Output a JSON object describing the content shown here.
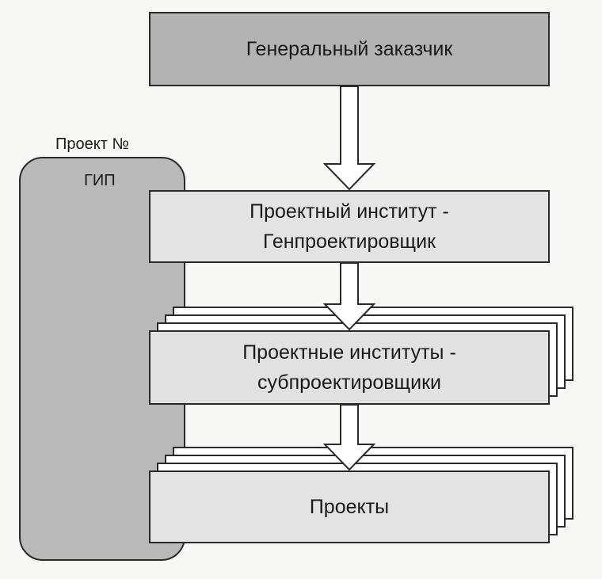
{
  "panel": {
    "project_label": "Проект  №",
    "gip_label": "ГИП"
  },
  "boxes": {
    "customer": "Генеральный заказчик",
    "general_designer": "Проектный институт -\nГенпроектировщик",
    "subcontractors": "Проектные институты -\nсубпроектировщики",
    "projects": "Проекты"
  },
  "colors": {
    "stroke": "#2a2a2a",
    "dark_fill": "#b3b3b3",
    "light_fill": "#e3e3e3",
    "panel_fill": "#b9b9b9"
  }
}
